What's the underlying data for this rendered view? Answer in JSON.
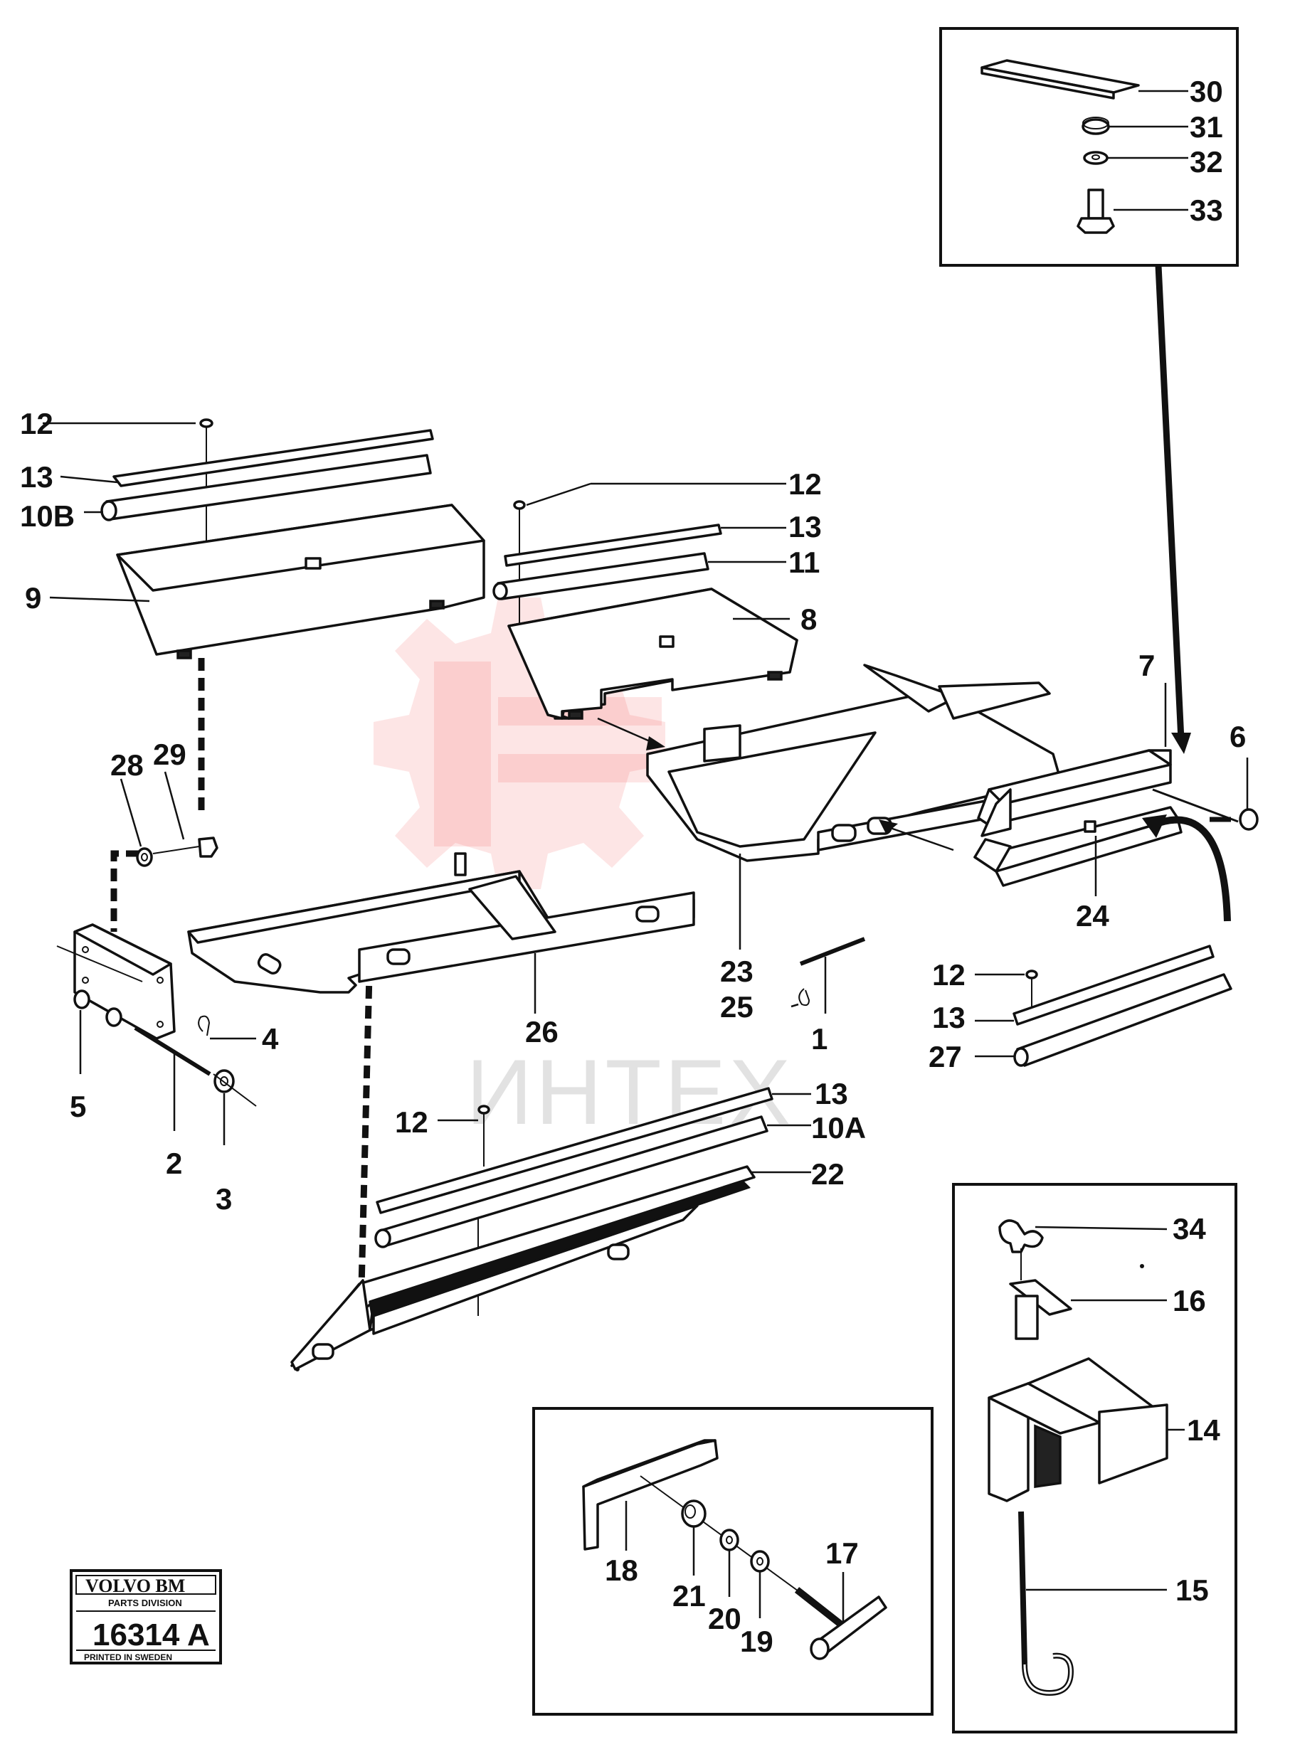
{
  "watermark": {
    "text": "ИНТЕХ",
    "color": "#f04a4a"
  },
  "stamp": {
    "brand": "VOLVO BM",
    "division": "PARTS DIVISION",
    "number": "16314 A",
    "printed": "PRINTED IN SWEDEN"
  },
  "callouts": [
    {
      "id": "c30",
      "text": "30"
    },
    {
      "id": "c31",
      "text": "31"
    },
    {
      "id": "c32",
      "text": "32"
    },
    {
      "id": "c33",
      "text": "33"
    },
    {
      "id": "c12a",
      "text": "12"
    },
    {
      "id": "c13a",
      "text": "13"
    },
    {
      "id": "c10b",
      "text": "10B"
    },
    {
      "id": "c9",
      "text": "9"
    },
    {
      "id": "c12b",
      "text": "12"
    },
    {
      "id": "c13b",
      "text": "13"
    },
    {
      "id": "c11",
      "text": "11"
    },
    {
      "id": "c8",
      "text": "8"
    },
    {
      "id": "c28",
      "text": "28"
    },
    {
      "id": "c29",
      "text": "29"
    },
    {
      "id": "c7",
      "text": "7"
    },
    {
      "id": "c6",
      "text": "6"
    },
    {
      "id": "c24",
      "text": "24"
    },
    {
      "id": "c23",
      "text": "23"
    },
    {
      "id": "c26",
      "text": "26"
    },
    {
      "id": "c25",
      "text": "25"
    },
    {
      "id": "c1",
      "text": "1"
    },
    {
      "id": "c4",
      "text": "4"
    },
    {
      "id": "c5",
      "text": "5"
    },
    {
      "id": "c2",
      "text": "2"
    },
    {
      "id": "c3",
      "text": "3"
    },
    {
      "id": "c12c",
      "text": "12"
    },
    {
      "id": "c13c",
      "text": "13"
    },
    {
      "id": "c27",
      "text": "27"
    },
    {
      "id": "c12d",
      "text": "12"
    },
    {
      "id": "c13d",
      "text": "13"
    },
    {
      "id": "c10a",
      "text": "10A"
    },
    {
      "id": "c22",
      "text": "22"
    },
    {
      "id": "c34",
      "text": "34"
    },
    {
      "id": "c16",
      "text": "16"
    },
    {
      "id": "c14",
      "text": "14"
    },
    {
      "id": "c15",
      "text": "15"
    },
    {
      "id": "c17",
      "text": "17"
    },
    {
      "id": "c18",
      "text": "18"
    },
    {
      "id": "c21",
      "text": "21"
    },
    {
      "id": "c20",
      "text": "20"
    },
    {
      "id": "c19",
      "text": "19"
    }
  ]
}
